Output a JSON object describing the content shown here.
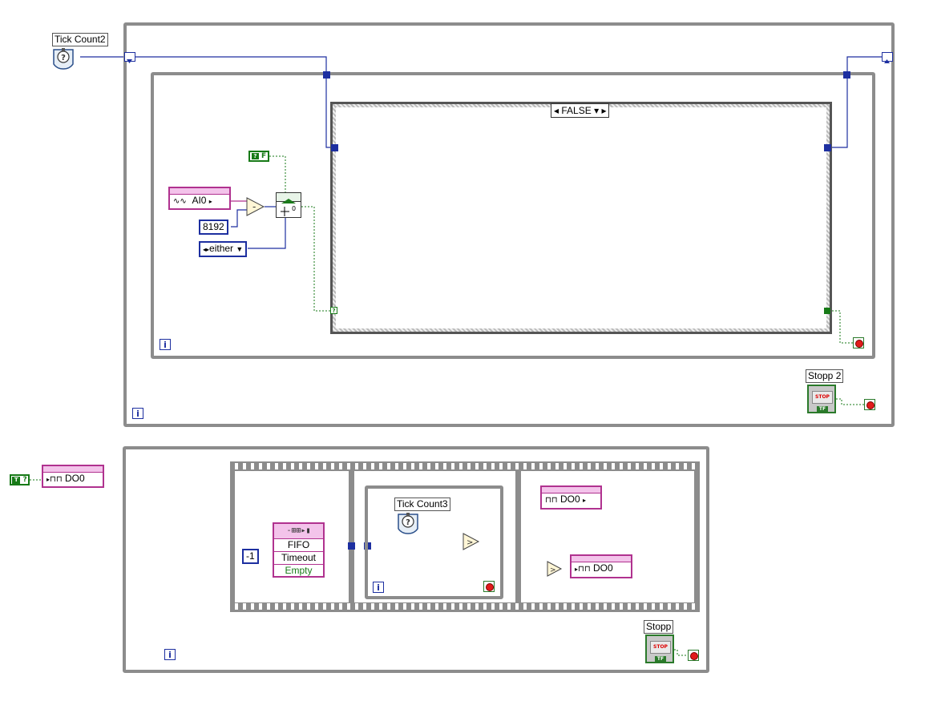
{
  "top_loop": {
    "tick_label": "Tick Count2",
    "inner_loop": {
      "ai_control": "AI0",
      "constant_value": "8192",
      "enum_value": "either",
      "case_selector": "FALSE",
      "bool_const": "F"
    },
    "stop_label": "Stopp 2",
    "stop_button_text": "STOP",
    "stop_tf": "TF"
  },
  "bottom_loop": {
    "bool_const": "T",
    "do_control": "DO0",
    "frame1": {
      "minus_one": "-1",
      "fifo_rows": [
        "FIFO",
        "Timeout",
        "Empty"
      ]
    },
    "frame2": {
      "tick_label": "Tick Count3"
    },
    "frame3": {
      "do_top": "DO0",
      "do_bottom": "DO0"
    },
    "stop_label": "Stopp",
    "stop_button_text": "STOP",
    "stop_tf": "TF"
  },
  "iteration_symbol": "i",
  "colors": {
    "wire_numeric": "#1d2fa0",
    "wire_boolean": "#177a17",
    "loop_border": "#8c8c8c",
    "io_control": "#b0328f"
  }
}
